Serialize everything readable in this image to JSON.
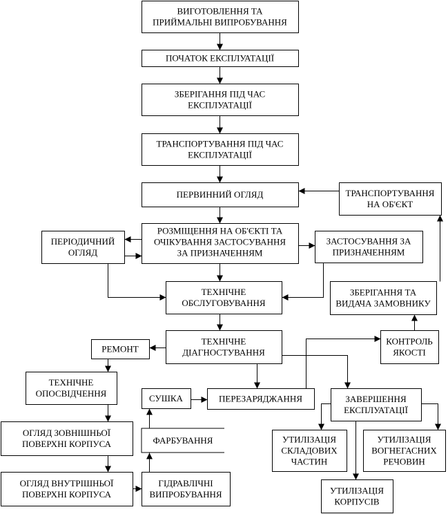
{
  "nodes": {
    "manufacturing": [
      "ВИГОТОВЛЕННЯ ТА",
      "ПРИЙМАЛЬНІ ВИПРОБУВАННЯ"
    ],
    "start_operation": [
      "ПОЧАТОК ЕКСПЛУАТАЦІЇ"
    ],
    "storage_operation": [
      "ЗБЕРІГАННЯ ПІД ЧАС",
      "ЕКСПЛУАТАЦІЇ"
    ],
    "transport_operation": [
      "ТРАНСПОРТУВАННЯ ПІД ЧАС",
      "ЕКСПЛУАТАЦІЇ"
    ],
    "primary_inspection": [
      "ПЕРВИННИЙ ОГЛЯД"
    ],
    "transport_to_object": [
      "ТРАНСПОРТУВАННЯ",
      "НА ОБ'ЄКТ"
    ],
    "placement": [
      "РОЗМІЩЕННЯ НА ОБ'ЄКТІ ТА",
      "ОЧІКУВАННЯ ЗАСТОСУВАННЯ",
      "ЗА ПРИЗНАЧЕННЯМ"
    ],
    "periodic_inspection": [
      "ПЕРІОДИЧНИЙ",
      "ОГЛЯД"
    ],
    "application": [
      "ЗАСТОСУВАННЯ ЗА",
      "ПРИЗНАЧЕННЯМ"
    ],
    "maintenance": [
      "ТЕХНІЧНЕ",
      "ОБСЛУГОВУВАННЯ"
    ],
    "storage_delivery": [
      "ЗБЕРІГАННЯ ТА",
      "ВИДАЧА ЗАМОВНИКУ"
    ],
    "diagnostics": [
      "ТЕХНІЧНЕ",
      "ДІАГНОСТУВАННЯ"
    ],
    "repair": [
      "РЕМОНТ"
    ],
    "quality_control": [
      "КОНТРОЛЬ",
      "ЯКОСТІ"
    ],
    "tech_certification": [
      "ТЕХНІЧНЕ",
      "ОПОСВІДЧЕННЯ"
    ],
    "drying": [
      "СУШКА"
    ],
    "recharging": [
      "ПЕРЕЗАРЯДЖАННЯ"
    ],
    "end_operation": [
      "ЗАВЕРШЕННЯ",
      "ЕКСПЛУАТАЦІЇ"
    ],
    "external_inspection": [
      "ОГЛЯД ЗОВНІШНЬОЇ",
      "ПОВЕРХНІ КОРПУСА"
    ],
    "painting": [
      "ФАРБУВАННЯ"
    ],
    "disposal_parts": [
      "УТИЛІЗАЦІЯ",
      "СКЛАДОВИХ",
      "ЧАСТИН"
    ],
    "disposal_agents": [
      "УТИЛІЗАЦІЯ",
      "ВОГНЕГАСНИХ",
      "РЕЧОВИН"
    ],
    "internal_inspection": [
      "ОГЛЯД ВНУТРІШНЬОЇ",
      "ПОВЕРХНІ КОРПУСА"
    ],
    "hydraulic_tests": [
      "ГІДРАВЛІЧНІ",
      "ВИПРОБУВАННЯ"
    ],
    "disposal_body": [
      "УТИЛІЗАЦІЯ",
      "КОРПУСІВ"
    ]
  }
}
